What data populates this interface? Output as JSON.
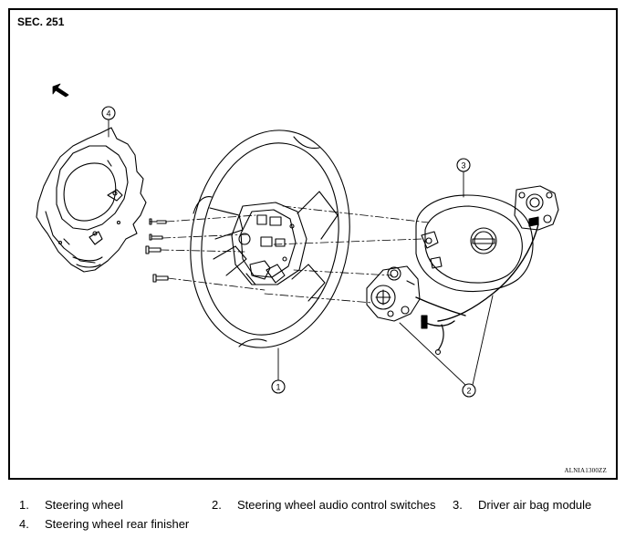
{
  "section": "SEC. 251",
  "image_code": "ALNIA1300ZZ",
  "callouts": [
    "1",
    "2",
    "3",
    "4"
  ],
  "legend": [
    {
      "num": "1.",
      "label": "Steering wheel"
    },
    {
      "num": "2.",
      "label": "Steering wheel audio control switches"
    },
    {
      "num": "3.",
      "label": "Driver air bag module"
    },
    {
      "num": "4.",
      "label": "Steering wheel rear finisher"
    }
  ]
}
